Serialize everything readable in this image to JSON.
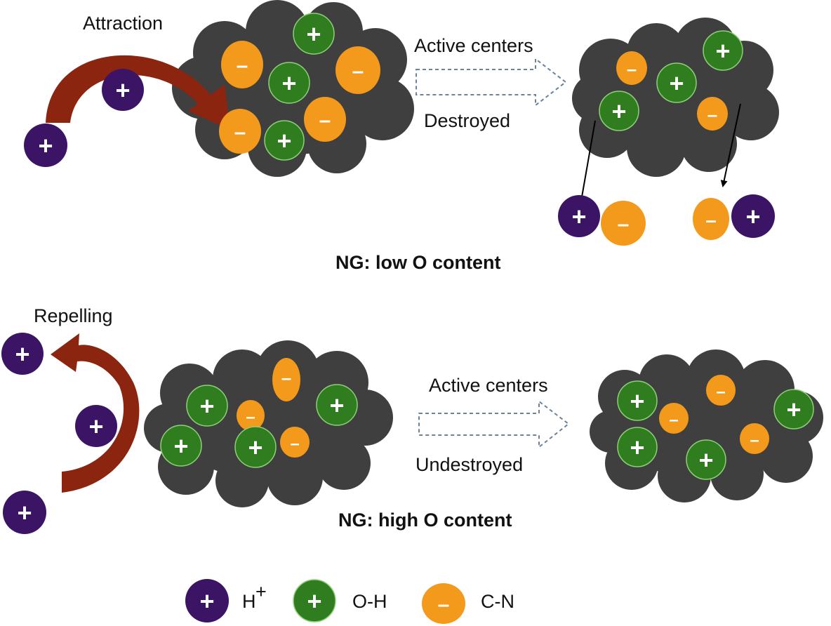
{
  "labels": {
    "attraction": "Attraction",
    "repelling": "Repelling",
    "active_centers_top": "Active centers",
    "destroyed": "Destroyed",
    "active_centers_bottom": "Active centers",
    "undestroyed": "Undestroyed"
  },
  "titles": {
    "low_o": "NG: low O content",
    "high_o": "NG: high  O content"
  },
  "legend": [
    {
      "label": "H",
      "superscript": "+",
      "kind": "h"
    },
    {
      "label": "O-H",
      "kind": "oh"
    },
    {
      "label": "C-N",
      "kind": "cn"
    }
  ],
  "colors": {
    "h_plus": "#3b1466",
    "oh": "#2f7d1e",
    "cn": "#f39a1d",
    "cloud": "#3f3f3f",
    "arrow": "#8b2510",
    "dashed_arrow": "#6b8297"
  }
}
